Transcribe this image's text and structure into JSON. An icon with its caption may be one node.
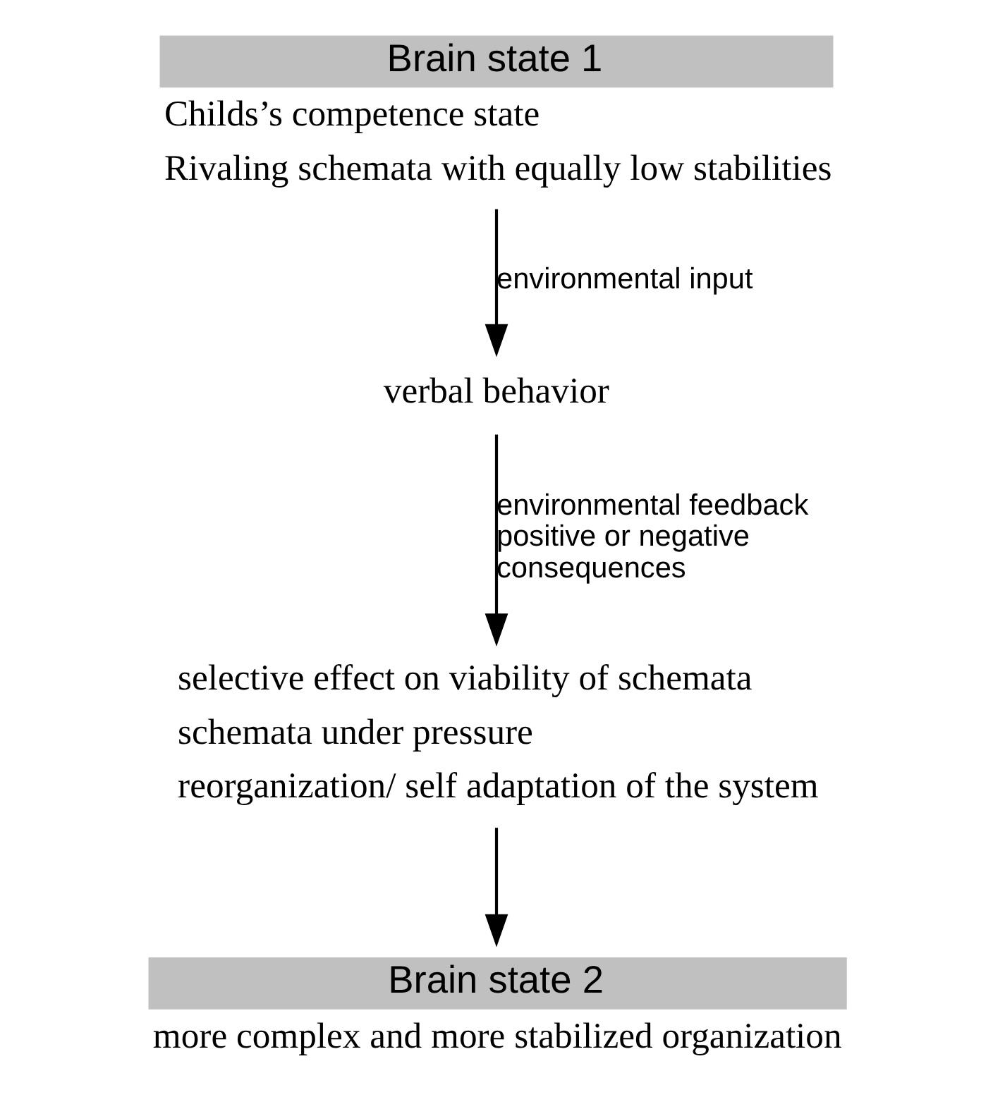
{
  "diagram": {
    "nodes": [
      {
        "text": [
          "Brain state 1"
        ],
        "beside": [
          "Childs’s competence state",
          "Rivaling schemata with equally low stabilities"
        ]
      },
      {
        "text": [
          "verbal behavior"
        ]
      },
      {
        "text": [
          "selective effect on viability of schemata",
          "schemata under pressure",
          "reorganization/ self adaptation of the system"
        ]
      },
      {
        "text": [
          "Brain state 2"
        ],
        "beside": [
          "more complex and more stabilized organization"
        ]
      }
    ],
    "edges": [
      {
        "from": 0,
        "to": 1,
        "arrow": "to",
        "label": "environmental input"
      },
      {
        "from": 1,
        "to": 2,
        "arrow": "to",
        "label": "environmental feedback positive or negative consequences"
      },
      {
        "from": 2,
        "to": 3,
        "arrow": "to"
      }
    ]
  }
}
